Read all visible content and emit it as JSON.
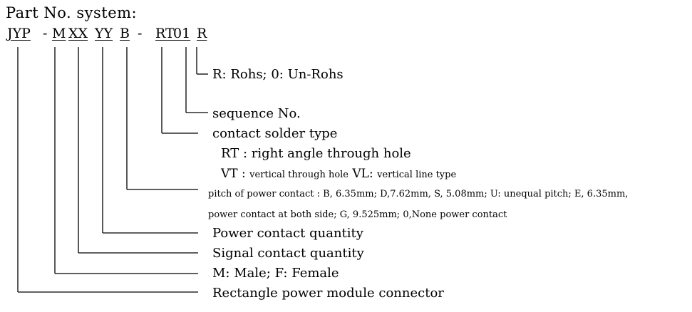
{
  "title": "Part No. system:",
  "code": {
    "seg1": "JYP",
    "dash1": "-",
    "seg2": "M",
    "seg3": "XX",
    "seg4": "YY",
    "seg5": "B",
    "dash2": "-",
    "seg6": "RT",
    "seg7": "01",
    "seg8": "R"
  },
  "descriptions": {
    "rohs": "R:  Rohs; 0:  Un-Rohs",
    "sequence": "sequence No.",
    "contact_solder_type": "contact solder type",
    "rt": "RT : right angle through hole",
    "vt_prefix": "VT : ",
    "vt_text": "vertical through hole",
    "vl_prefix": " VL: ",
    "vl_text": "vertical line type",
    "pitch_line1": "pitch of power contact : B, 6.35mm; D,7.62mm, S, 5.08mm; U: unequal pitch; E, 6.35mm,",
    "pitch_line2": "power contact at both side; G, 9.525mm; 0,None power contact",
    "power_qty": "Power contact quantity",
    "signal_qty": "Signal contact quantity",
    "gender": "M: Male;   F: Female",
    "product": "Rectangle power module connector"
  }
}
